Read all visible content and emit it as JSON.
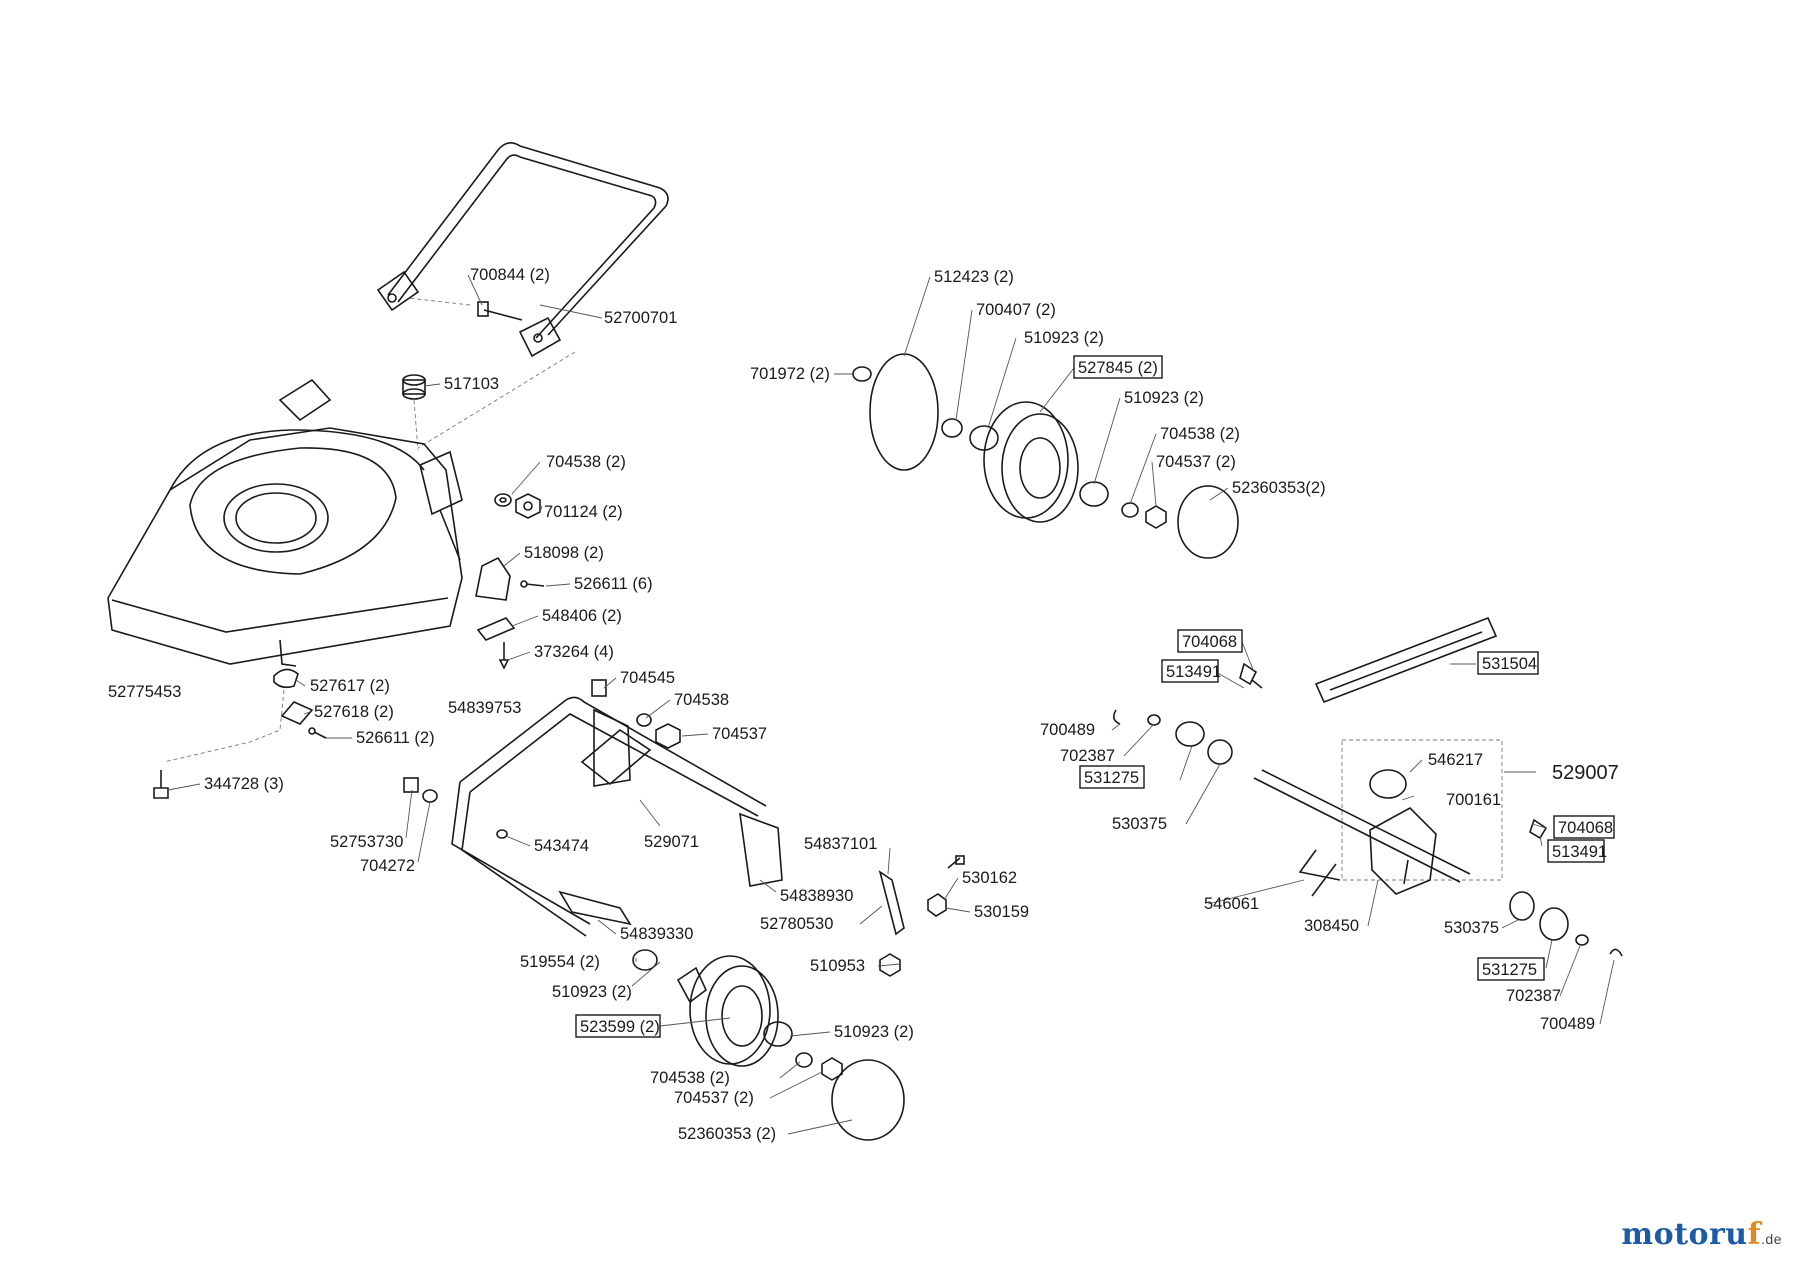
{
  "labels": [
    {
      "text": "700844 (2)"
    },
    {
      "text": "52700701"
    },
    {
      "text": "517103"
    },
    {
      "text": "704538 (2)"
    },
    {
      "text": "701124 (2)"
    },
    {
      "text": "518098 (2)"
    },
    {
      "text": "526611 (6)"
    },
    {
      "text": "548406 (2)"
    },
    {
      "text": "373264 (4)"
    },
    {
      "text": "52775453"
    },
    {
      "text": "527617 (2)"
    },
    {
      "text": "527618 (2)"
    },
    {
      "text": "526611 (2)"
    },
    {
      "text": "344728 (3)"
    },
    {
      "text": "704545"
    },
    {
      "text": "54839753"
    },
    {
      "text": "704538"
    },
    {
      "text": "704537"
    },
    {
      "text": "52753730"
    },
    {
      "text": "704272"
    },
    {
      "text": "543474"
    },
    {
      "text": "529071"
    },
    {
      "text": "54837101"
    },
    {
      "text": "54838930"
    },
    {
      "text": "530162"
    },
    {
      "text": "52780530"
    },
    {
      "text": "530159"
    },
    {
      "text": "54839330"
    },
    {
      "text": "519554 (2)"
    },
    {
      "text": "510953"
    },
    {
      "text": "510923 (2)"
    },
    {
      "text": "523599 (2)",
      "boxed": true
    },
    {
      "text": "510923 (2)"
    },
    {
      "text": "704538 (2)"
    },
    {
      "text": "704537 (2)"
    },
    {
      "text": "52360353 (2)"
    },
    {
      "text": "512423 (2)"
    },
    {
      "text": "700407 (2)"
    },
    {
      "text": "510923 (2)"
    },
    {
      "text": "701972 (2)"
    },
    {
      "text": "527845 (2)",
      "boxed": true
    },
    {
      "text": "510923 (2)"
    },
    {
      "text": "704538 (2)"
    },
    {
      "text": "704537 (2)"
    },
    {
      "text": "52360353(2)"
    },
    {
      "text": "704068",
      "boxed": true
    },
    {
      "text": "513491",
      "boxed": true
    },
    {
      "text": "531504",
      "boxed": true
    },
    {
      "text": "700489"
    },
    {
      "text": "702387"
    },
    {
      "text": "531275",
      "boxed": true
    },
    {
      "text": "546217"
    },
    {
      "text": "529007"
    },
    {
      "text": "700161"
    },
    {
      "text": "530375"
    },
    {
      "text": "704068",
      "boxed": true
    },
    {
      "text": "513491",
      "boxed": true
    },
    {
      "text": "546061"
    },
    {
      "text": "308450"
    },
    {
      "text": "530375"
    },
    {
      "text": "531275",
      "boxed": true
    },
    {
      "text": "702387"
    },
    {
      "text": "700489"
    }
  ],
  "watermark": {
    "main": "motoru",
    "accent": "f",
    "suffix": ".de"
  }
}
